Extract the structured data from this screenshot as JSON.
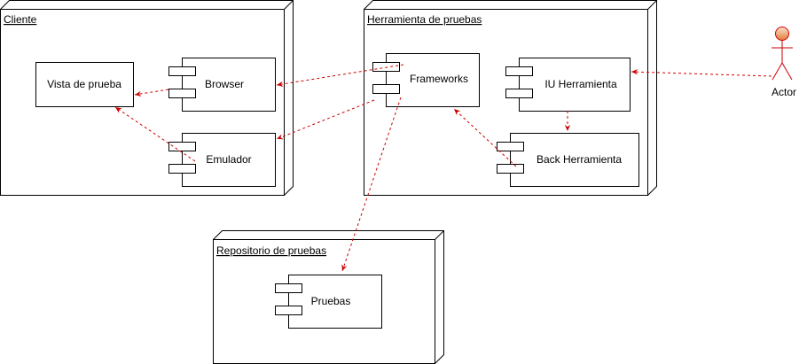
{
  "nodes": {
    "cliente": {
      "title": "Cliente"
    },
    "herramienta": {
      "title": "Herramienta de pruebas"
    },
    "repositorio": {
      "title": "Repositorio de pruebas"
    }
  },
  "components": {
    "vista": "Vista de prueba",
    "browser": "Browser",
    "emulador": "Emulador",
    "frameworks": "Frameworks",
    "iu": "IU Herramienta",
    "back": "Back Herramienta",
    "pruebas": "Pruebas"
  },
  "actor": {
    "label": "Actor"
  },
  "colors": {
    "dependency": "#cc0000",
    "actor_fill": "#e07b39",
    "line": "#000000"
  }
}
